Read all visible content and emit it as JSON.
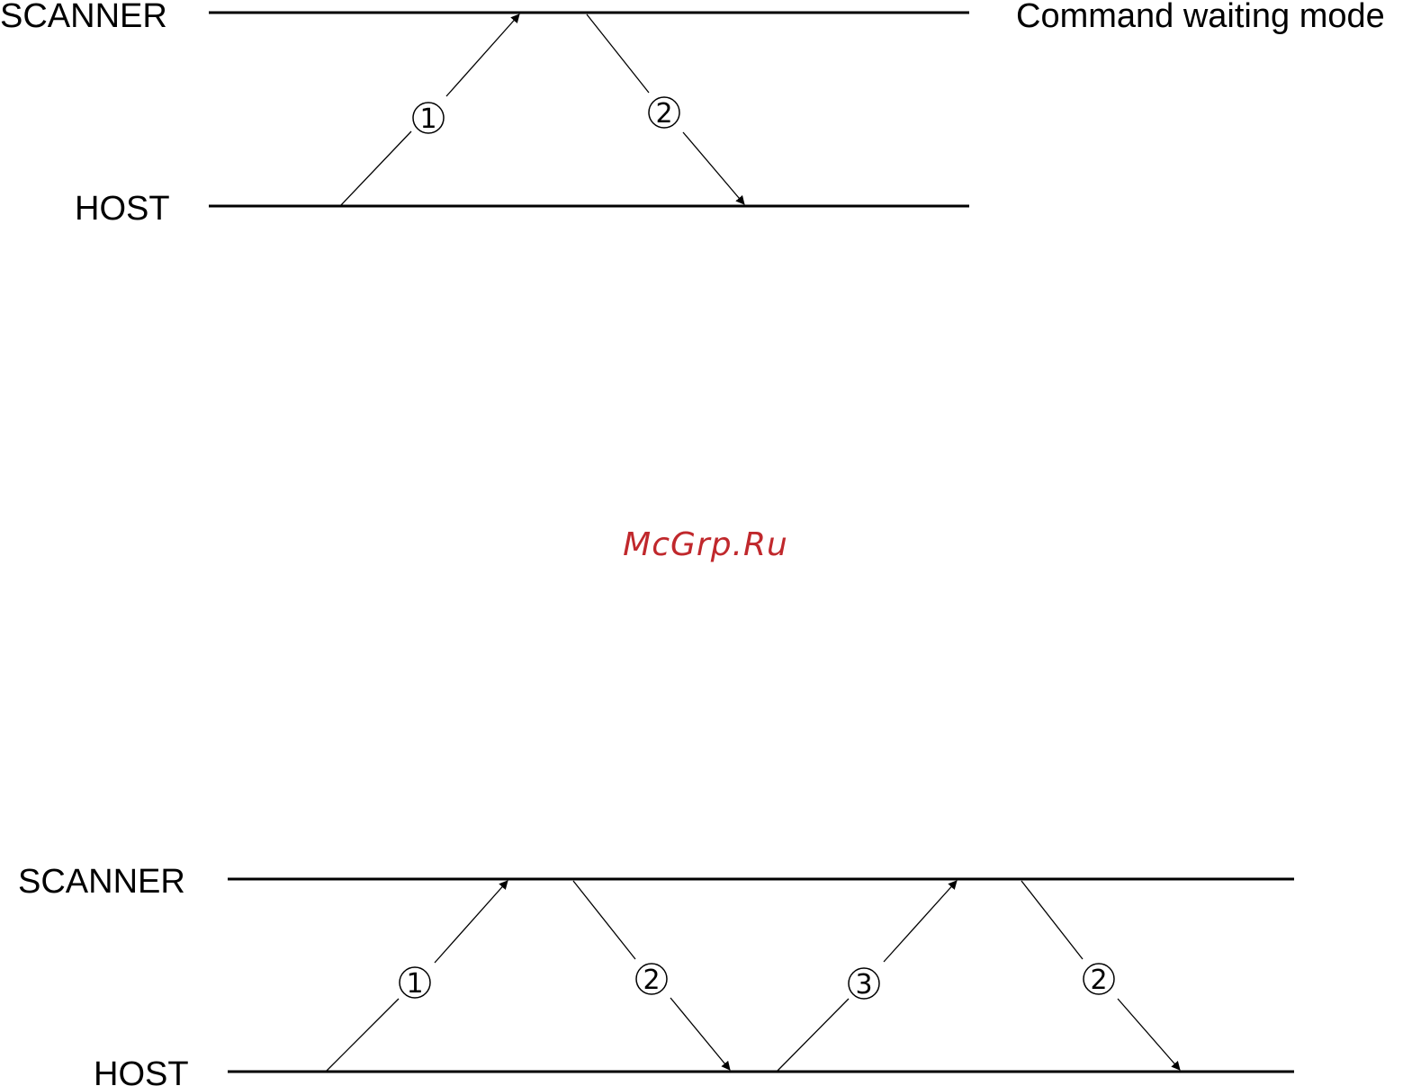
{
  "diagram1": {
    "scanner_label": "SCANNER",
    "host_label": "HOST",
    "mode_label": "Command waiting mode",
    "steps": [
      "1",
      "2"
    ]
  },
  "diagram2": {
    "scanner_label": "SCANNER",
    "host_label": "HOST",
    "steps": [
      "1",
      "2",
      "3",
      "2"
    ]
  },
  "watermark": "McGrp.Ru",
  "colors": {
    "lines": "#000000",
    "watermark": "#c0282c"
  }
}
